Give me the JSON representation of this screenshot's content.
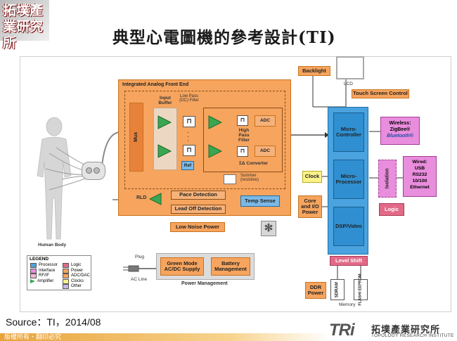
{
  "slide": {
    "title": "典型心電圖機的參考設計(TI)",
    "source": "Source：TI，2014/08",
    "copyright": "版權所有‧翻印必究",
    "logo_cn": "拓墣產業研究所",
    "logo_en": "TOPOLOGY RESEARCH INSTITUTE",
    "logo_mark": "TRi",
    "corner_logo": "拓墣產業研究所"
  },
  "diagram": {
    "afe_title": "Integrated Analog Front End",
    "input_buffer": "Input Buffer",
    "low_pass": "Low Pass (DC) Filter",
    "mux": "Mux",
    "ref": "Ref",
    "adc": "ADC",
    "high_pass": "High Pass Filter",
    "sd_converter": "ΣΔ Converter",
    "summer": "Summer (resistive)",
    "rld": "RLD",
    "pace_detection": "Pace Detection",
    "lead_off_detection": "Lead Off Detection",
    "temp_sense": "Temp Sense",
    "low_noise_power": "Low Noise Power",
    "backlight": "Backlight",
    "lcd": "LCD",
    "touch_screen": "Touch Screen Control",
    "micro_controller": "Micro-Controller",
    "micro_processor": "Micro-Processor",
    "dsp_video": "DSP/Video",
    "level_shift": "Level Shift",
    "clock": "Clock",
    "core_io_power": "Core and I/O Power",
    "wireless": [
      "Wireless:",
      "ZigBee®",
      "Bluetooth®"
    ],
    "isolation": "Isolation",
    "wired": [
      "Wired:",
      "USB",
      "RS232",
      "10/100",
      "Ethernet"
    ],
    "logic": "Logic",
    "ddr_power": "DDR Power",
    "sdram": "SDRAM",
    "flash": "FLASH/ EEPROM",
    "memory": "Memory",
    "human_body": "Human Body",
    "plug": "Plug",
    "ac_line": "AC Line",
    "green_mode": "Green Mode AC/DC Supply",
    "battery": "Battery Management",
    "power_management": "Power Management"
  },
  "legend": {
    "title": "LEGEND",
    "items": [
      {
        "label": "Processor",
        "color": "#4aa3df"
      },
      {
        "label": "Interface",
        "color": "#e98ddd"
      },
      {
        "label": "RF/IF",
        "color": "#f2b8d0"
      },
      {
        "label": "Amplifier",
        "color": "#3aa651"
      },
      {
        "label": "Logic",
        "color": "#e26a88"
      },
      {
        "label": "Power",
        "color": "#f6a45e"
      },
      {
        "label": "ADC/DAC",
        "color": "#f6a45e"
      },
      {
        "label": "Clocks",
        "color": "#fbf38a"
      },
      {
        "label": "Other",
        "color": "#c9b7e3"
      }
    ]
  },
  "colors": {
    "title": "#1a1a1a",
    "orange": "#f6a45e",
    "blue": "#4aa3df",
    "amp_green": "#3aa651",
    "copyright_bar": "#e8a33a"
  }
}
